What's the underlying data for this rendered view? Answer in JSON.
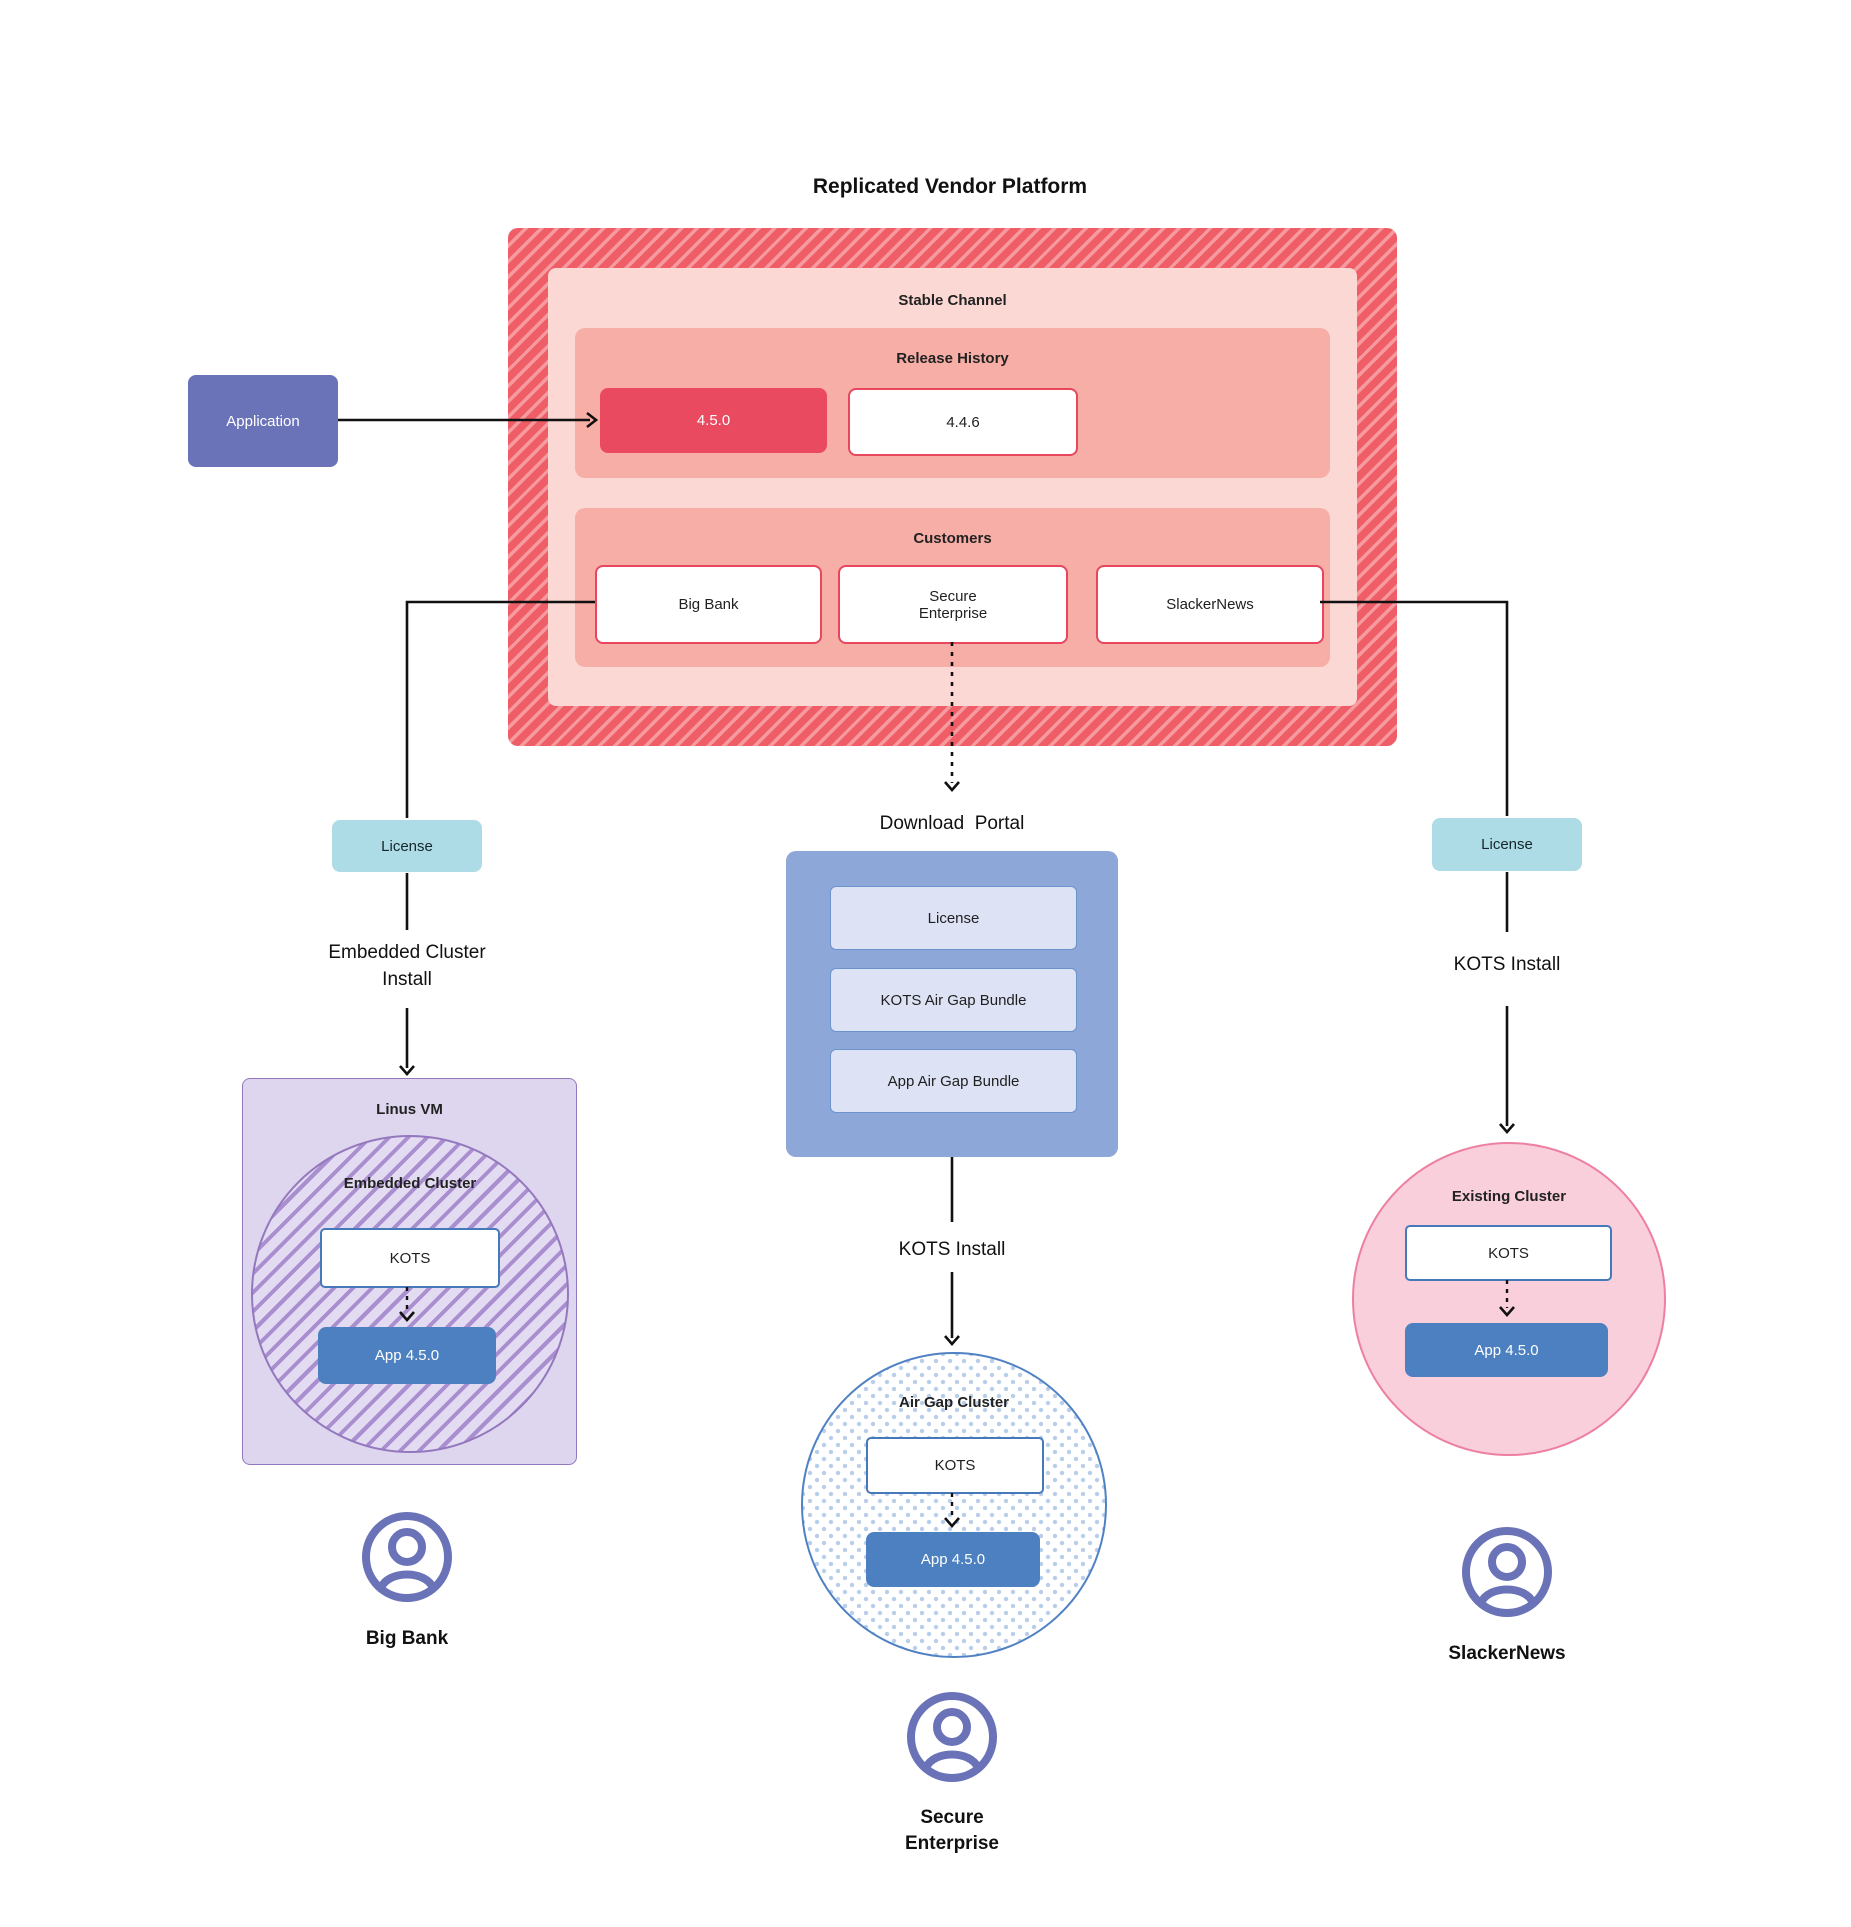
{
  "title": "Replicated Vendor Platform",
  "platform": {
    "channel": "Stable Channel",
    "release_history": {
      "label": "Release History",
      "current_release": "4.5.0",
      "previous_release": "4.4.6"
    },
    "customers": {
      "label": "Customers",
      "items": [
        "Big Bank",
        "Secure Enterprise",
        "SlackerNews"
      ]
    }
  },
  "application": {
    "label": "Application"
  },
  "left_flow": {
    "license": "License",
    "install": "Embedded Cluster Install",
    "vm": "Linus VM",
    "cluster": "Embedded Cluster",
    "kots": "KOTS",
    "app": "App 4.5.0",
    "user": "Big Bank"
  },
  "middle_flow": {
    "portal_title": "Download  Portal",
    "items": [
      "License",
      "KOTS Air Gap Bundle",
      "App Air Gap Bundle"
    ],
    "install": "KOTS Install",
    "cluster": "Air Gap Cluster",
    "kots": "KOTS",
    "app": "App 4.5.0",
    "user": "Secure Enterprise"
  },
  "right_flow": {
    "license": "License",
    "install": "KOTS Install",
    "cluster": "Existing Cluster",
    "kots": "KOTS",
    "app": "App 4.5.0",
    "user": "SlackerNews"
  },
  "colors": {
    "platform_red": "#ef5e67",
    "platform_stripe": "#f79aa0",
    "channel_pink": "#fbd8d3",
    "section_salmon": "#f7aea6",
    "release_red": "#e94a5f",
    "outline_red": "#e6475f",
    "application_purple": "#6a72b8",
    "license_teal": "#addce6",
    "portal_blue": "#8ca7d8",
    "portal_item_lavender": "#dde2f4",
    "app_blue": "#4d80c0",
    "kots_outline_blue": "#4579b9",
    "vm_purple": "#ded5ee",
    "vm_border_purple": "#9478bd",
    "cluster_stripe_purple": "#a98fd0",
    "existing_pink": "#f9cfdc",
    "existing_border_pink": "#ed7fa1",
    "airgap_dot_blue": "#b9cfe9",
    "user_icon_purple": "#6a72b8",
    "line_black": "#111111"
  }
}
